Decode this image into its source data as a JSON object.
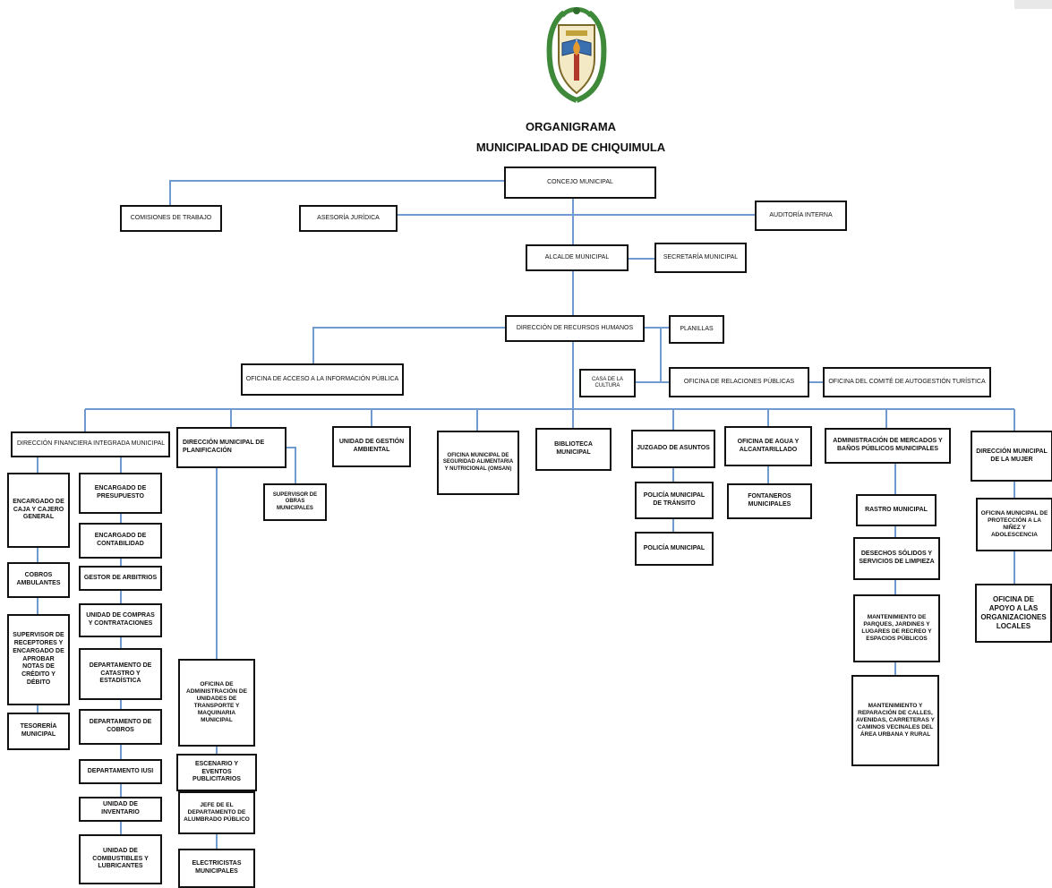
{
  "header": {
    "title_line1": "ORGANIGRAMA",
    "title_line2": "MUNICIPALIDAD DE CHIQUIMULA"
  },
  "colors": {
    "connector": "#6f9bd0",
    "border": "#111111"
  },
  "nodes": {
    "concejo": "CONCEJO MUNICIPAL",
    "comisiones": "COMISIONES DE TRABAJO",
    "asesoria": "ASESORÍA JURÍDICA",
    "auditoria": "AUDITORÍA INTERNA",
    "alcalde": "ALCALDE MUNICIPAL",
    "secretaria": "SECRETARÍA MUNICIPAL",
    "rrhh": "DIRECCIÓN DE RECURSOS HUMANOS",
    "planillas": "PLANILLAS",
    "acceso_info": "OFICINA DE ACCESO A LA INFORMACIÓN PÚBLICA",
    "casa_cultura": "CASA DE LA CULTURA",
    "relaciones": "OFICINA DE RELACIONES PÚBLICAS",
    "autogestion": "OFICINA DEL COMITÉ DE AUTOGESTIÓN TURÍSTICA",
    "dafim": "DIRECCIÓN FINANCIERA INTEGRADA MUNICIPAL",
    "dmp": "DIRECCIÓN MUNICIPAL DE PLANIFICACIÓN",
    "ugam": "UNIDAD DE GESTIÓN AMBIENTAL",
    "seguridad_alim": "OFICINA MUNICIPAL DE SEGURIDAD ALIMENTARIA Y NUTRICIONAL (OMSAN)",
    "biblioteca": "BIBLIOTECA MUNICIPAL",
    "juzgado": "JUZGADO DE ASUNTOS",
    "agua": "OFICINA DE AGUA Y ALCANTARILLADO",
    "mercados": "ADMINISTRACIÓN DE MERCADOS Y BAÑOS PÚBLICOS MUNICIPALES",
    "mujer": "DIRECCIÓN MUNICIPAL DE LA MUJER",
    "supervisor_obras": "SUPERVISOR DE OBRAS MUNICIPALES",
    "caja": "ENCARGADO DE CAJA Y CAJERO GENERAL",
    "cobros_amb": "COBROS AMBULANTES",
    "supervisor_receptores": "SUPERVISOR DE RECEPTORES Y ENCARGADO DE APROBAR NOTAS DE CRÉDITO Y DÉBITO",
    "tesoreria": "TESORERÍA MUNICIPAL",
    "presupuesto": "ENCARGADO DE PRESUPUESTO",
    "contabilidad": "ENCARGADO DE CONTABILIDAD",
    "arbitrios": "GESTOR DE ARBITRIOS",
    "compras": "UNIDAD DE COMPRAS Y CONTRATACIONES",
    "depto_catastro": "DEPARTAMENTO DE CATASTRO Y ESTADÍSTICA",
    "depto_cobros": "DEPARTAMENTO DE COBROS",
    "depto_iusi": "DEPARTAMENTO IUSI",
    "inventario": "UNIDAD DE INVENTARIO",
    "combustibles": "UNIDAD DE COMBUSTIBLES Y LUBRICANTES",
    "transporte": "OFICINA DE ADMINISTRACIÓN DE UNIDADES DE TRANSPORTE Y MAQUINARIA MUNICIPAL",
    "eventos": "ESCENARIO Y EVENTOS PUBLICITARIOS",
    "alumbrado": "JEFE DE EL DEPARTAMENTO DE ALUMBRADO PÚBLICO",
    "electricistas": "ELECTRICISTAS MUNICIPALES",
    "transito": "POLICÍA MUNICIPAL DE TRÁNSITO",
    "policia": "POLICÍA MUNICIPAL",
    "fontaneros": "FONTANEROS MUNICIPALES",
    "rastro": "RASTRO MUNICIPAL",
    "desechos": "DESECHOS SÓLIDOS Y SERVICIOS DE LIMPIEZA",
    "jardines": "MANTENIMIENTO DE PARQUES, JARDINES Y LUGARES DE RECREO Y ESPACIOS PÚBLICOS",
    "calles": "MANTENIMIENTO Y REPARACIÓN DE CALLES, AVENIDAS, CARRETERAS Y CAMINOS VECINALES DEL ÁREA URBANA Y RURAL",
    "ninez": "OFICINA MUNICIPAL DE PROTECCIÓN A LA NIÑEZ Y ADOLESCENCIA",
    "apoyo": "OFICINA DE APOYO A LAS ORGANIZACIONES LOCALES"
  }
}
